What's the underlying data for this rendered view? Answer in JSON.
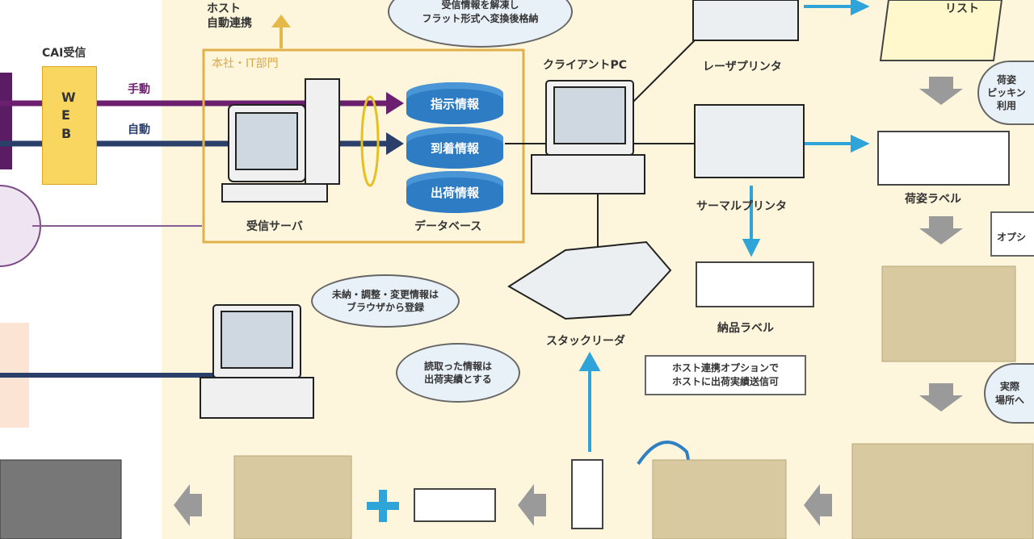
{
  "labels": {
    "cai": "CAI受信",
    "web": "WEB",
    "manual": "手動",
    "auto": "自動",
    "host_link": "ホスト",
    "host_link2": "自動連携",
    "dept": "本社・IT部門",
    "server": "受信サーバ",
    "database": "データベース",
    "client_pc": "クライアントPC",
    "laser_printer": "レーザプリンタ",
    "list": "リスト",
    "thermal_printer": "サーマルプリンタ",
    "package_label": "荷姿ラベル",
    "delivery_label": "納品ラベル",
    "stack_reader": "スタックリーダ"
  },
  "db_items": [
    "指示情報",
    "到着情報",
    "出荷情報"
  ],
  "bubbles": {
    "store": [
      "受信情報を解凍し",
      "フラット形式へ変換後格納"
    ],
    "browser": [
      "未納・調整・変更情報は",
      "ブラウザから登録"
    ],
    "read": [
      "読取った情報は",
      "出荷実績とする"
    ],
    "picking": [
      "荷姿",
      "ピッキン",
      "利用"
    ],
    "actual": [
      "実際",
      "場所へ"
    ]
  },
  "notes": {
    "host_option": [
      "ホスト連携オプションで",
      "ホストに出荷実績送信可"
    ],
    "option_partial": "オプシ"
  },
  "colors": {
    "bg": "#fdf6dc",
    "purple": "#6b1f6e",
    "navy": "#2b3f6b",
    "blue_arrow": "#2fa4d8",
    "gold": "#e5b84a",
    "db": "#2e7dc4"
  }
}
